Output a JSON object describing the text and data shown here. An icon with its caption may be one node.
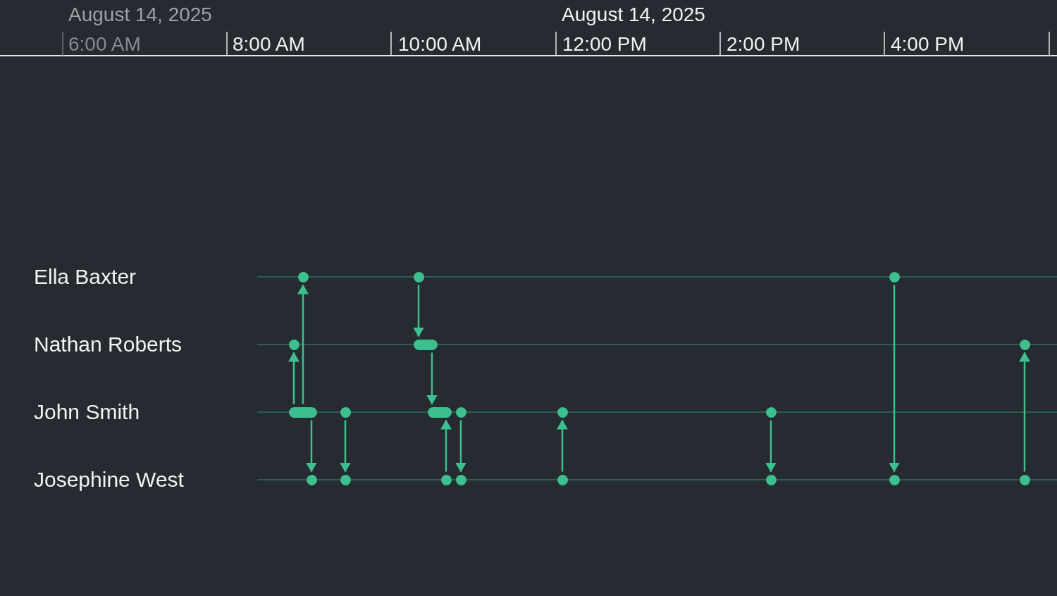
{
  "diagram": {
    "nodes": [
      {
        "text": [
          "Ella Baxter"
        ]
      },
      {
        "text": [],
        "shape": "circle",
        "in": 0
      },
      {
        "text": [],
        "shape": "circle",
        "in": 0
      },
      {
        "text": [],
        "shape": "circle",
        "in": 0
      },
      {
        "text": [
          "Nathan Roberts"
        ]
      },
      {
        "text": [],
        "shape": "circle",
        "in": 4
      },
      {
        "text": [],
        "shape": "bar",
        "in": 4
      },
      {
        "text": [],
        "shape": "circle",
        "in": 4
      },
      {
        "text": [
          "John Smith"
        ]
      },
      {
        "text": [],
        "shape": "bar",
        "in": 8
      },
      {
        "text": [],
        "shape": "circle",
        "in": 8
      },
      {
        "text": [],
        "shape": "bar",
        "in": 8
      },
      {
        "text": [],
        "shape": "circle",
        "in": 8
      },
      {
        "text": [],
        "shape": "circle",
        "in": 8
      },
      {
        "text": [],
        "shape": "circle",
        "in": 8
      },
      {
        "text": [
          "Josephine West"
        ]
      },
      {
        "text": [],
        "shape": "circle",
        "in": 15
      },
      {
        "text": [],
        "shape": "circle",
        "in": 15
      },
      {
        "text": [],
        "shape": "circle",
        "in": 15
      },
      {
        "text": [],
        "shape": "circle",
        "in": 15
      },
      {
        "text": [],
        "shape": "circle",
        "in": 15
      },
      {
        "text": [],
        "shape": "circle",
        "in": 15
      },
      {
        "text": [],
        "shape": "circle",
        "in": 15
      },
      {
        "text": [],
        "shape": "circle",
        "in": 15
      }
    ],
    "edges": [
      {
        "from": 9,
        "to": 5,
        "arrow": "to"
      },
      {
        "from": 9,
        "to": 1,
        "arrow": "to"
      },
      {
        "from": 9,
        "to": 16,
        "arrow": "to"
      },
      {
        "from": 10,
        "to": 17,
        "arrow": "to"
      },
      {
        "from": 2,
        "to": 6,
        "arrow": "to"
      },
      {
        "from": 6,
        "to": 11,
        "arrow": "to"
      },
      {
        "from": 18,
        "to": 11,
        "arrow": "to"
      },
      {
        "from": 12,
        "to": 19,
        "arrow": "to"
      },
      {
        "from": 20,
        "to": 13,
        "arrow": "to"
      },
      {
        "from": 14,
        "to": 21,
        "arrow": "to"
      },
      {
        "from": 3,
        "to": 22,
        "arrow": "to"
      },
      {
        "from": 23,
        "to": 7,
        "arrow": "to"
      }
    ],
    "labels": [
      "August 14, 2025",
      "August 14, 2025",
      "6:00 AM",
      "8:00 AM",
      "10:00 AM",
      "12:00 PM",
      "2:00 PM",
      "4:00 PM"
    ]
  }
}
